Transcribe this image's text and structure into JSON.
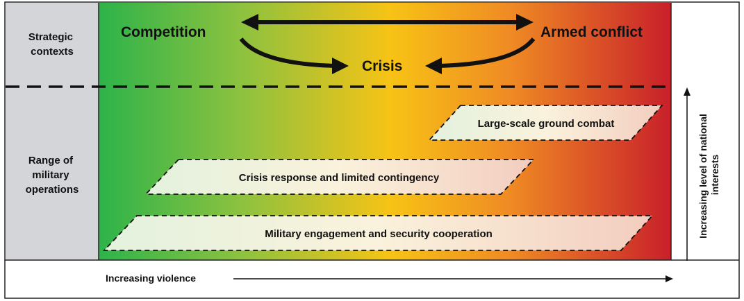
{
  "left_panel": {
    "strategic_contexts": [
      "Strategic",
      "contexts"
    ],
    "range_of_operations": [
      "Range of",
      "military",
      "operations"
    ]
  },
  "contexts": {
    "competition": "Competition",
    "armed_conflict": "Armed conflict",
    "crisis": "Crisis"
  },
  "operations": {
    "large_scale": "Large-scale ground combat",
    "crisis_response": "Crisis response and limited contingency",
    "engagement": "Military engagement and security cooperation"
  },
  "axes": {
    "horizontal": "Increasing violence",
    "vertical": [
      "Increasing level of national",
      "interests"
    ]
  },
  "colors": {
    "green": "#2db34a",
    "yellow": "#f7c315",
    "orange": "#ef8a24",
    "red": "#c8202a",
    "panel_gray": "#d4d5d9",
    "box_fill": "#f6ecdc"
  }
}
